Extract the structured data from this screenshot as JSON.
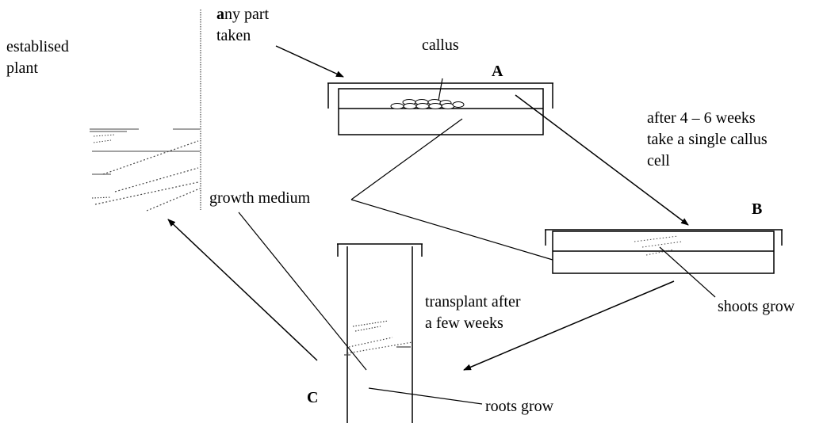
{
  "labels": {
    "established_plant": [
      "establised",
      "plant"
    ],
    "any_part": {
      "bold_first": "a",
      "line1_rest": "ny part",
      "line2": "taken"
    },
    "callus": "callus",
    "stage_a": "A",
    "after_weeks": [
      "after 4 – 6 weeks",
      "take a single callus",
      "cell"
    ],
    "growth_medium": "growth medium",
    "stage_b": "B",
    "transplant": [
      "transplant after",
      "a few weeks"
    ],
    "shoots_grow": "shoots grow",
    "stage_c": "C",
    "roots_grow": "roots grow"
  },
  "colors": {
    "ink": "#000000",
    "background": "#ffffff",
    "faint_ink": "#444444"
  }
}
